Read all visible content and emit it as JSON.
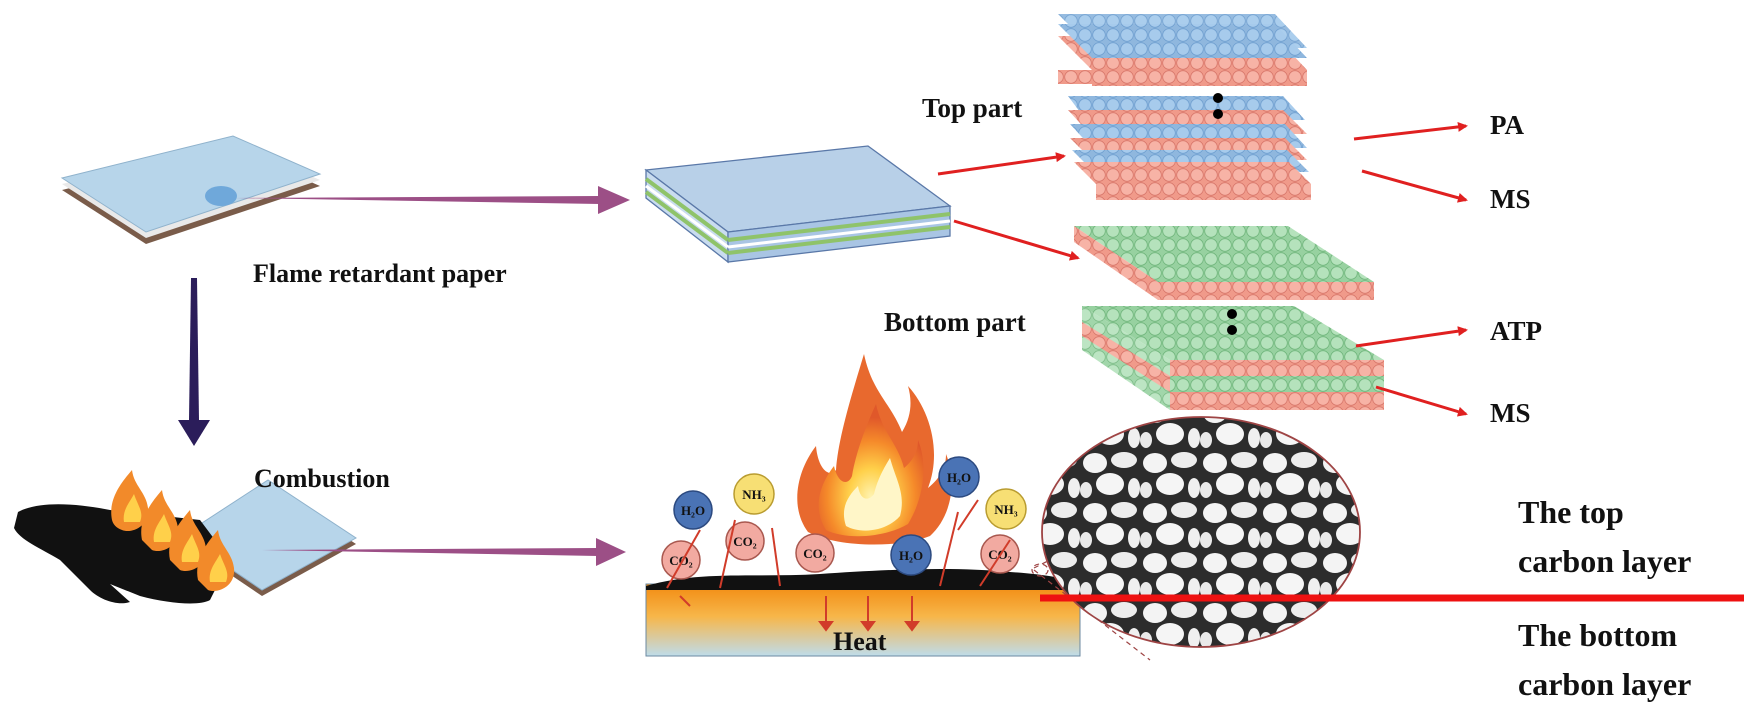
{
  "labels": {
    "flame_retardant_paper": "Flame retardant paper",
    "combustion": "Combustion",
    "top_part": "Top part",
    "bottom_part": "Bottom part",
    "pa": "PA",
    "ms_top": "MS",
    "atp": "ATP",
    "ms_bottom": "MS",
    "heat": "Heat",
    "top_carbon_line1": "The top",
    "top_carbon_line2": "carbon layer",
    "bottom_carbon_line1": "The bottom",
    "bottom_carbon_line2": "carbon layer"
  },
  "molecules": {
    "h2o": "H₂O",
    "nh3": "NH₃",
    "co2": "CO₂"
  },
  "colors": {
    "paper_top": "#b9d7ec",
    "pa_particle": "#9fc5e8",
    "ms_particle": "#f4a99a",
    "atp_particle": "#a9dbb0",
    "arrow_red": "#e02020",
    "arrow_purple": "#9c4f86",
    "arrow_navy": "#2b1d5a",
    "water_bubble": "#4a73b5",
    "nh3_bubble": "#f7df74",
    "co2_bubble": "#f2aaa1",
    "heat_top": "#f59a1b",
    "heat_bottom": "#bcd9e8"
  }
}
